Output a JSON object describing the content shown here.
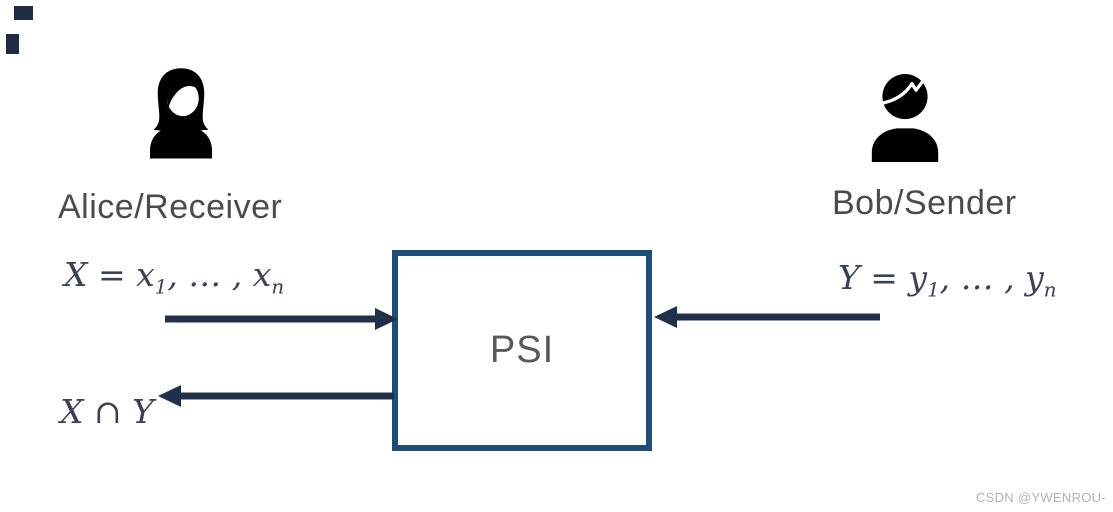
{
  "diagram": {
    "parties": {
      "alice": {
        "label": "Alice/Receiver",
        "icon": "woman-user-icon",
        "input_formula": {
          "main": "X = x",
          "sub1": "1",
          "mid": ", … , x",
          "sub2": "n"
        }
      },
      "bob": {
        "label": "Bob/Sender",
        "icon": "man-user-icon",
        "input_formula": {
          "main": "Y = y",
          "sub1": "1",
          "mid": ", … , y",
          "sub2": "n"
        }
      }
    },
    "process_box": {
      "label": "PSI"
    },
    "output_formula": "X ∩ Y",
    "colors": {
      "arrow": "#21304a",
      "box_border": "#1d4e79",
      "box_label_text": "#595959",
      "party_label_text": "#4b4b4b",
      "math_text": "#3a4257",
      "icon": "#000000",
      "watermark_text": "#b3b3b3"
    }
  },
  "watermark": "CSDN @YWENROU-"
}
